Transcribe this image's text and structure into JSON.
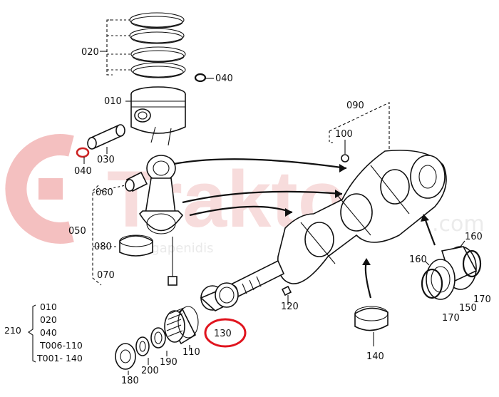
{
  "watermark": {
    "brand": "Traktor",
    "domain": ".com",
    "subtitle": "Agapenidis",
    "color": "#e23b3b"
  },
  "callouts": {
    "c010": "010",
    "c020": "020",
    "c030": "030",
    "c040a": "040",
    "c040b": "040",
    "c050": "050",
    "c060": "060",
    "c070": "070",
    "c080": "080",
    "c090": "090",
    "c100": "100",
    "c110": "110",
    "c120": "120",
    "c130": "130",
    "c140": "140",
    "c150": "150",
    "c160a": "160",
    "c160b": "160",
    "c170a": "170",
    "c170b": "170",
    "c180": "180",
    "c190": "190",
    "c200": "200"
  },
  "kit": {
    "number": "210",
    "items": [
      "010",
      "020",
      "040",
      "T006-110",
      "T001- 140"
    ]
  },
  "highlight_color": "#e0141e"
}
